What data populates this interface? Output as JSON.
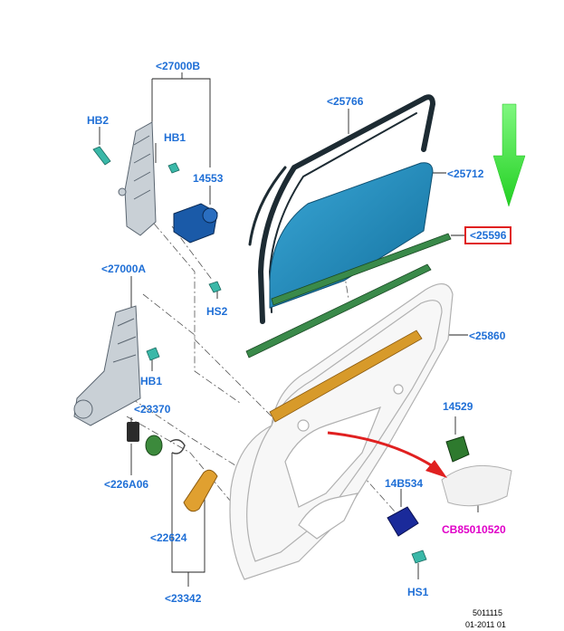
{
  "labels": {
    "p27000B": "<27000B",
    "pHB2": "HB2",
    "pHB1a": "HB1",
    "p14553": "14553",
    "pHS2": "HS2",
    "p27000A": "<27000A",
    "pHB1b": "HB1",
    "p23370": "<23370",
    "p226A06": "<226A06",
    "p22624": "<22624",
    "p23342": "<23342",
    "p25766": "<25766",
    "p25712": "<25712",
    "p25596": "<25596",
    "p25860": "<25860",
    "p14529": "14529",
    "p14B534": "14B534",
    "pCB": "CB85010520",
    "pHS1": "HS1"
  },
  "footer": {
    "line1": "5011115",
    "line2": "01-2011 01"
  },
  "colors": {
    "label": "#1f6fd6",
    "highlight_label": "#e000c8",
    "box": "#e02020",
    "arrow_green": "#3cf03c",
    "arrow_red": "#e02020",
    "glass": "#1e88b8",
    "channel": "#c8901a"
  }
}
